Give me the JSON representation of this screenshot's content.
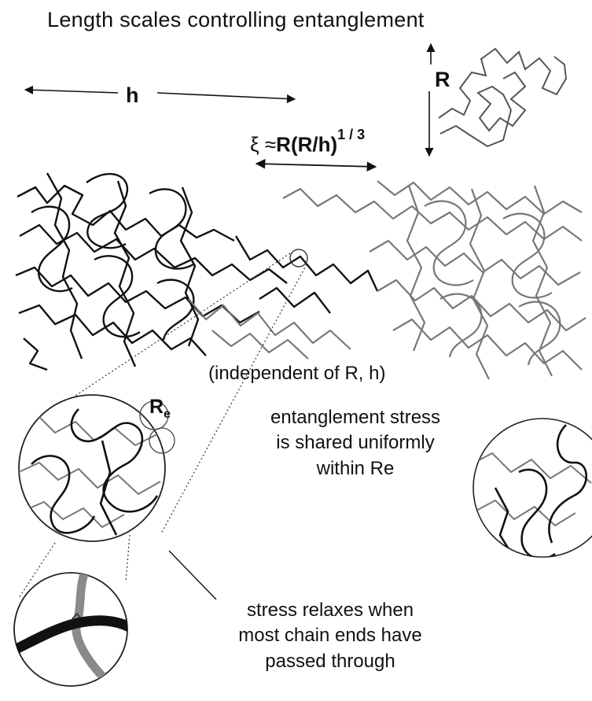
{
  "labels": {
    "title": "Length scales controlling entanglement",
    "h": "h",
    "R": "R",
    "xi_symbol": "ξ",
    "xi_approx": "≈",
    "xi_formula": "R(R/h)",
    "xi_exponent": "1 / 3",
    "independent": "(independent of R, h)",
    "re_main": "R",
    "re_sub": "e",
    "entanglement_line1": "entanglement stress",
    "entanglement_line2": "is shared uniformly",
    "entanglement_line3": "within Re",
    "stress_line1": "stress relaxes when",
    "stress_line2": "most chain ends have",
    "stress_line3": "passed through"
  },
  "colors": {
    "black_chain": "#111111",
    "gray_chain": "#777777",
    "gray_tube": "#8a8a8a"
  }
}
